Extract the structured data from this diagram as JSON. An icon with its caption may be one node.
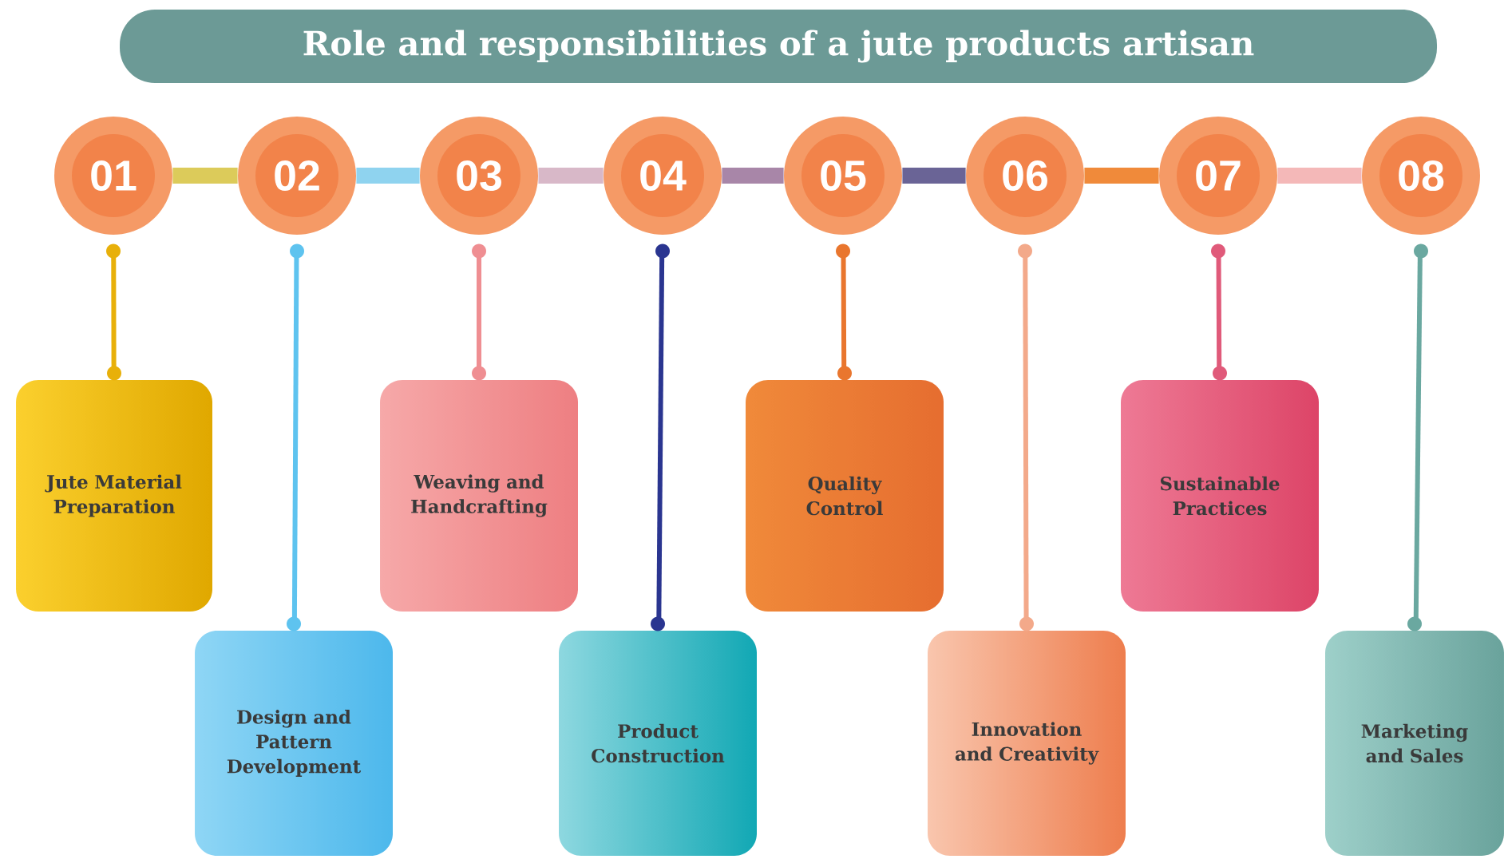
{
  "diagram": {
    "title": "Role and responsibilities of a jute products artisan",
    "nodes": [
      {
        "text": [
          "01"
        ]
      },
      {
        "text": [
          "02"
        ]
      },
      {
        "text": [
          "03"
        ]
      },
      {
        "text": [
          "04"
        ]
      },
      {
        "text": [
          "05"
        ]
      },
      {
        "text": [
          "06"
        ]
      },
      {
        "text": [
          "07"
        ]
      },
      {
        "text": [
          "08"
        ]
      },
      {
        "text": [
          "Jute Material Preparation"
        ]
      },
      {
        "text": [
          "Design and Pattern Development"
        ]
      },
      {
        "text": [
          "Weaving and Handcrafting"
        ]
      },
      {
        "text": [
          "Product Construction"
        ]
      },
      {
        "text": [
          "Quality Control"
        ]
      },
      {
        "text": [
          "Innovation and Creativity"
        ]
      },
      {
        "text": [
          "Sustainable Practices"
        ]
      },
      {
        "text": [
          "Marketing and Sales"
        ]
      }
    ],
    "edges": [
      {
        "from": 0,
        "to": 1,
        "arrow": "none",
        "style": "thick",
        "color": "#dccb5a"
      },
      {
        "from": 1,
        "to": 2,
        "arrow": "none",
        "style": "thick",
        "color": "#8fd3ef"
      },
      {
        "from": 2,
        "to": 3,
        "arrow": "none",
        "style": "thick",
        "color": "#d8b8c8"
      },
      {
        "from": 3,
        "to": 4,
        "arrow": "none",
        "style": "thick",
        "color": "#a886a8"
      },
      {
        "from": 4,
        "to": 5,
        "arrow": "none",
        "style": "thick",
        "color": "#6a6496"
      },
      {
        "from": 5,
        "to": 6,
        "arrow": "none",
        "style": "thick",
        "color": "#f08a3a"
      },
      {
        "from": 6,
        "to": 7,
        "arrow": "none",
        "style": "thick",
        "color": "#f4b8b8"
      },
      {
        "from": 0,
        "to": 8,
        "arrow": "other",
        "color": "#e8b00a"
      },
      {
        "from": 1,
        "to": 9,
        "arrow": "other",
        "color": "#5ec3ef"
      },
      {
        "from": 2,
        "to": 10,
        "arrow": "other",
        "color": "#ef8e92"
      },
      {
        "from": 3,
        "to": 11,
        "arrow": "other",
        "color": "#2a3590"
      },
      {
        "from": 4,
        "to": 12,
        "arrow": "other",
        "color": "#e9762e"
      },
      {
        "from": 5,
        "to": 13,
        "arrow": "other",
        "color": "#f3a98a"
      },
      {
        "from": 6,
        "to": 14,
        "arrow": "other",
        "color": "#e05a7a"
      },
      {
        "from": 7,
        "to": 15,
        "arrow": "other",
        "color": "#6aa8a0"
      }
    ]
  }
}
